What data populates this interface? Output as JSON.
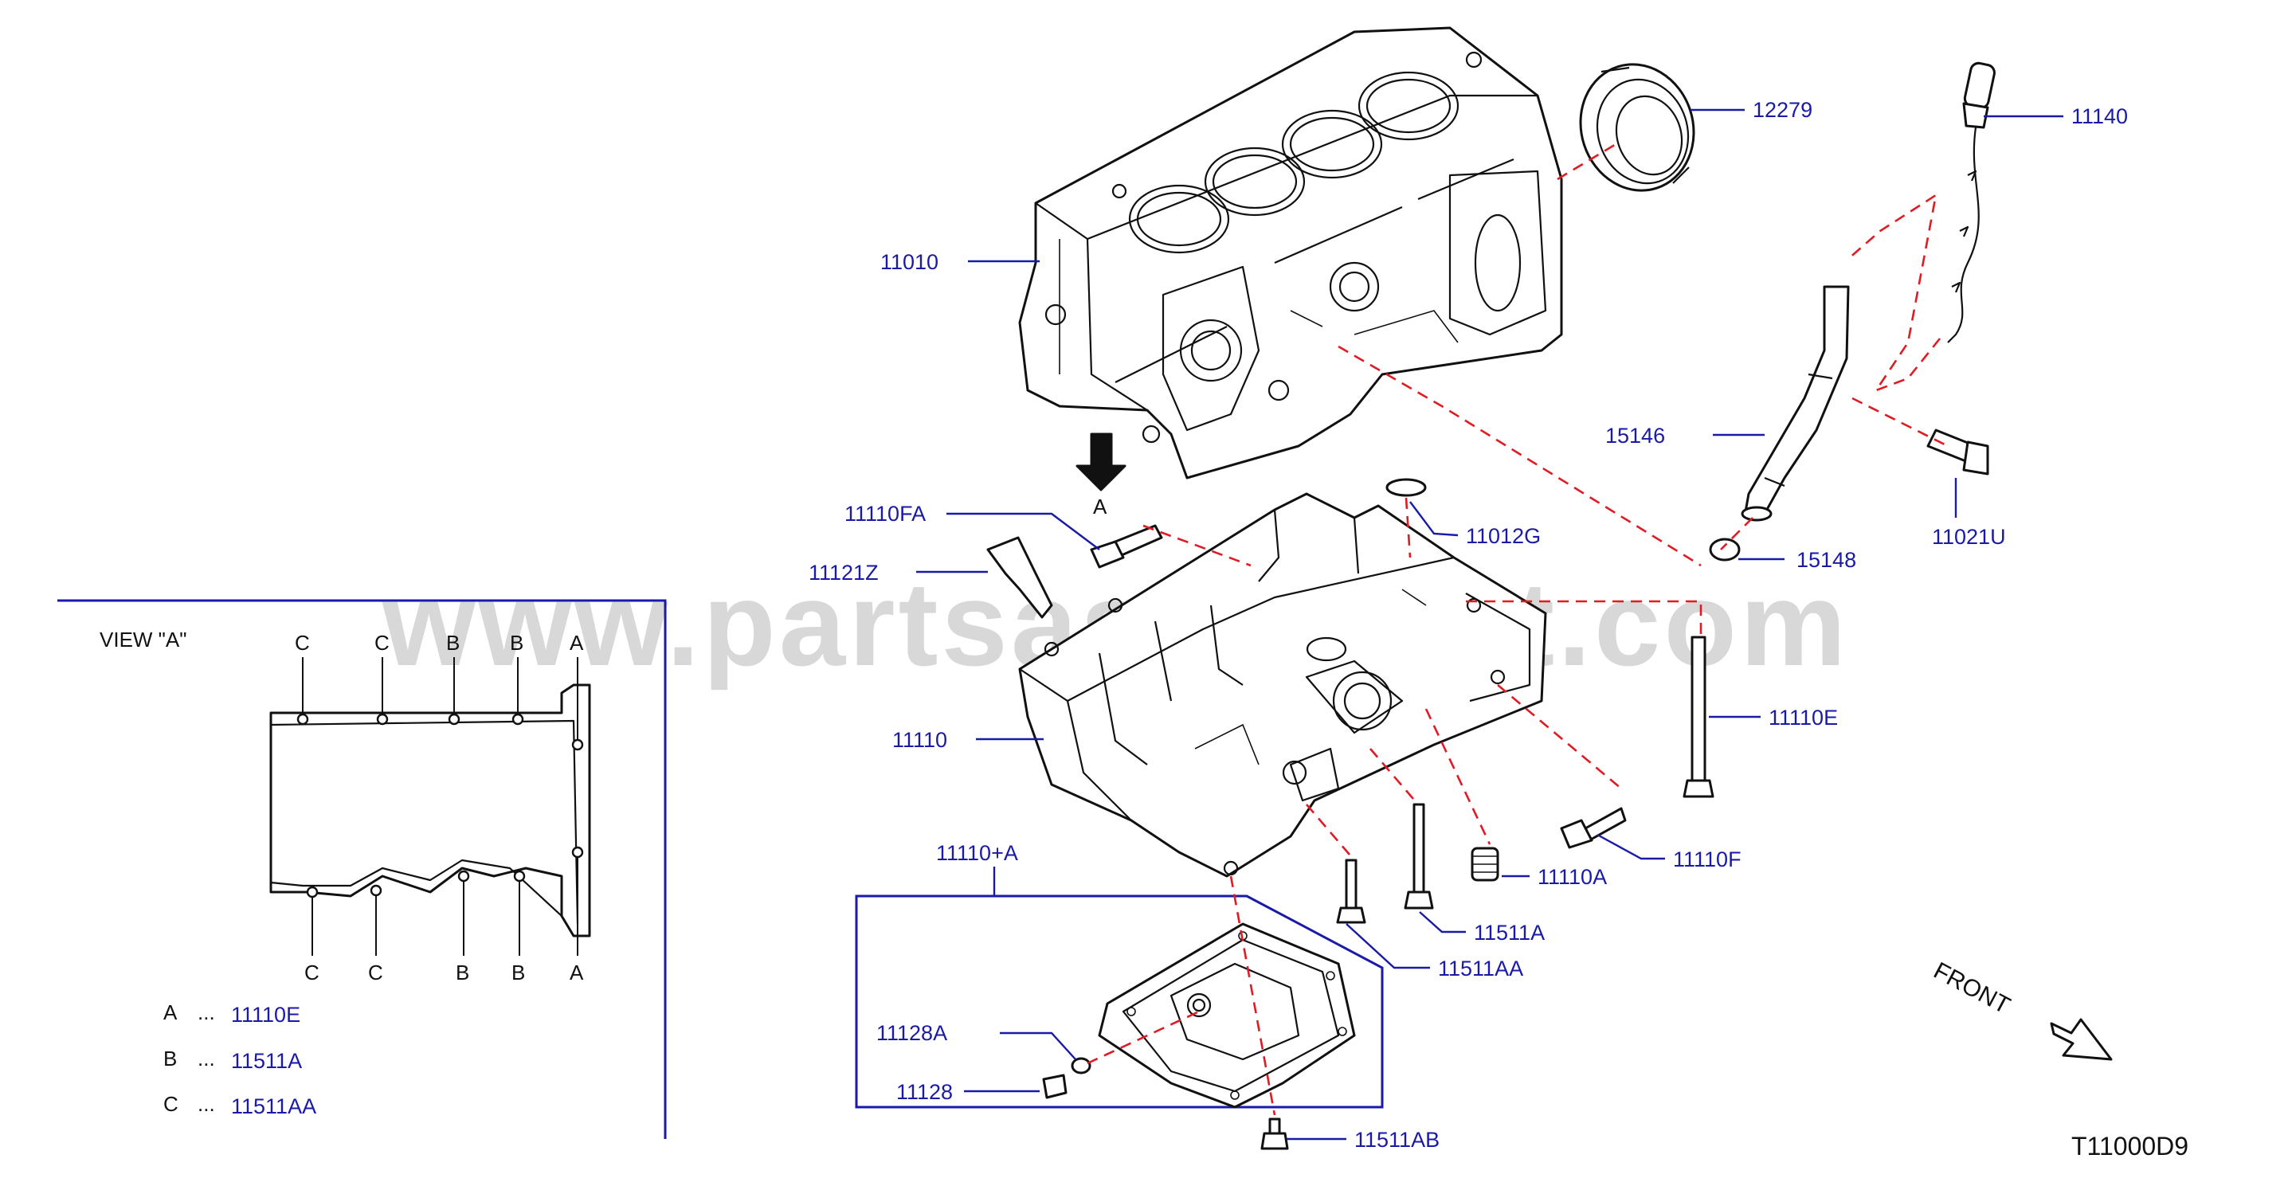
{
  "watermark": "www.partsassistant.com",
  "diagram_code": "T11000D9",
  "front_label": "FRONT",
  "view_arrow_label": "A",
  "parts": {
    "p12279": "12279",
    "p11140": "11140",
    "p11010": "11010",
    "p15146": "15146",
    "p11021U": "11021U",
    "p11110FA": "11110FA",
    "p11012G": "11012G",
    "p11121Z": "11121Z",
    "p15148": "15148",
    "p11110E": "11110E",
    "p11110": "11110",
    "p11110F": "11110F",
    "p11110A_assy": "11110+A",
    "p11110A": "11110A",
    "p11511A": "11511A",
    "p11511AA": "11511AA",
    "p11128A": "11128A",
    "p11128": "11128",
    "p11511AB": "11511AB"
  },
  "view_panel": {
    "title": "VIEW   \"A\"",
    "top_markers": [
      "C",
      "C",
      "B",
      "B",
      "A"
    ],
    "bottom_markers": [
      "C",
      "C",
      "B",
      "B",
      "A"
    ]
  },
  "legend": [
    {
      "key": "A",
      "dots": "...",
      "code": "11110E"
    },
    {
      "key": "B",
      "dots": "...",
      "code": "11511A"
    },
    {
      "key": "C",
      "dots": "...",
      "code": "11511AA"
    }
  ],
  "colors": {
    "label": "#1a1aa8",
    "dashed_guides": "#e01b24",
    "linework": "#111111"
  }
}
